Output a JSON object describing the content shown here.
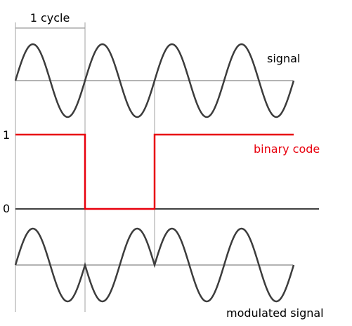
{
  "labels": {
    "cycle": "1 cycle",
    "signal": "signal",
    "binary_code": "binary code",
    "level_one": "1",
    "level_zero": "0",
    "modulated_signal": "modulated signal"
  },
  "binary_sequence": [
    1,
    0,
    1,
    1
  ],
  "colors": {
    "wave": "#3c3c3c",
    "axis": "#9a9a9a",
    "code": "#e8000d",
    "zero_line": "#000000",
    "text": "#000000"
  }
}
